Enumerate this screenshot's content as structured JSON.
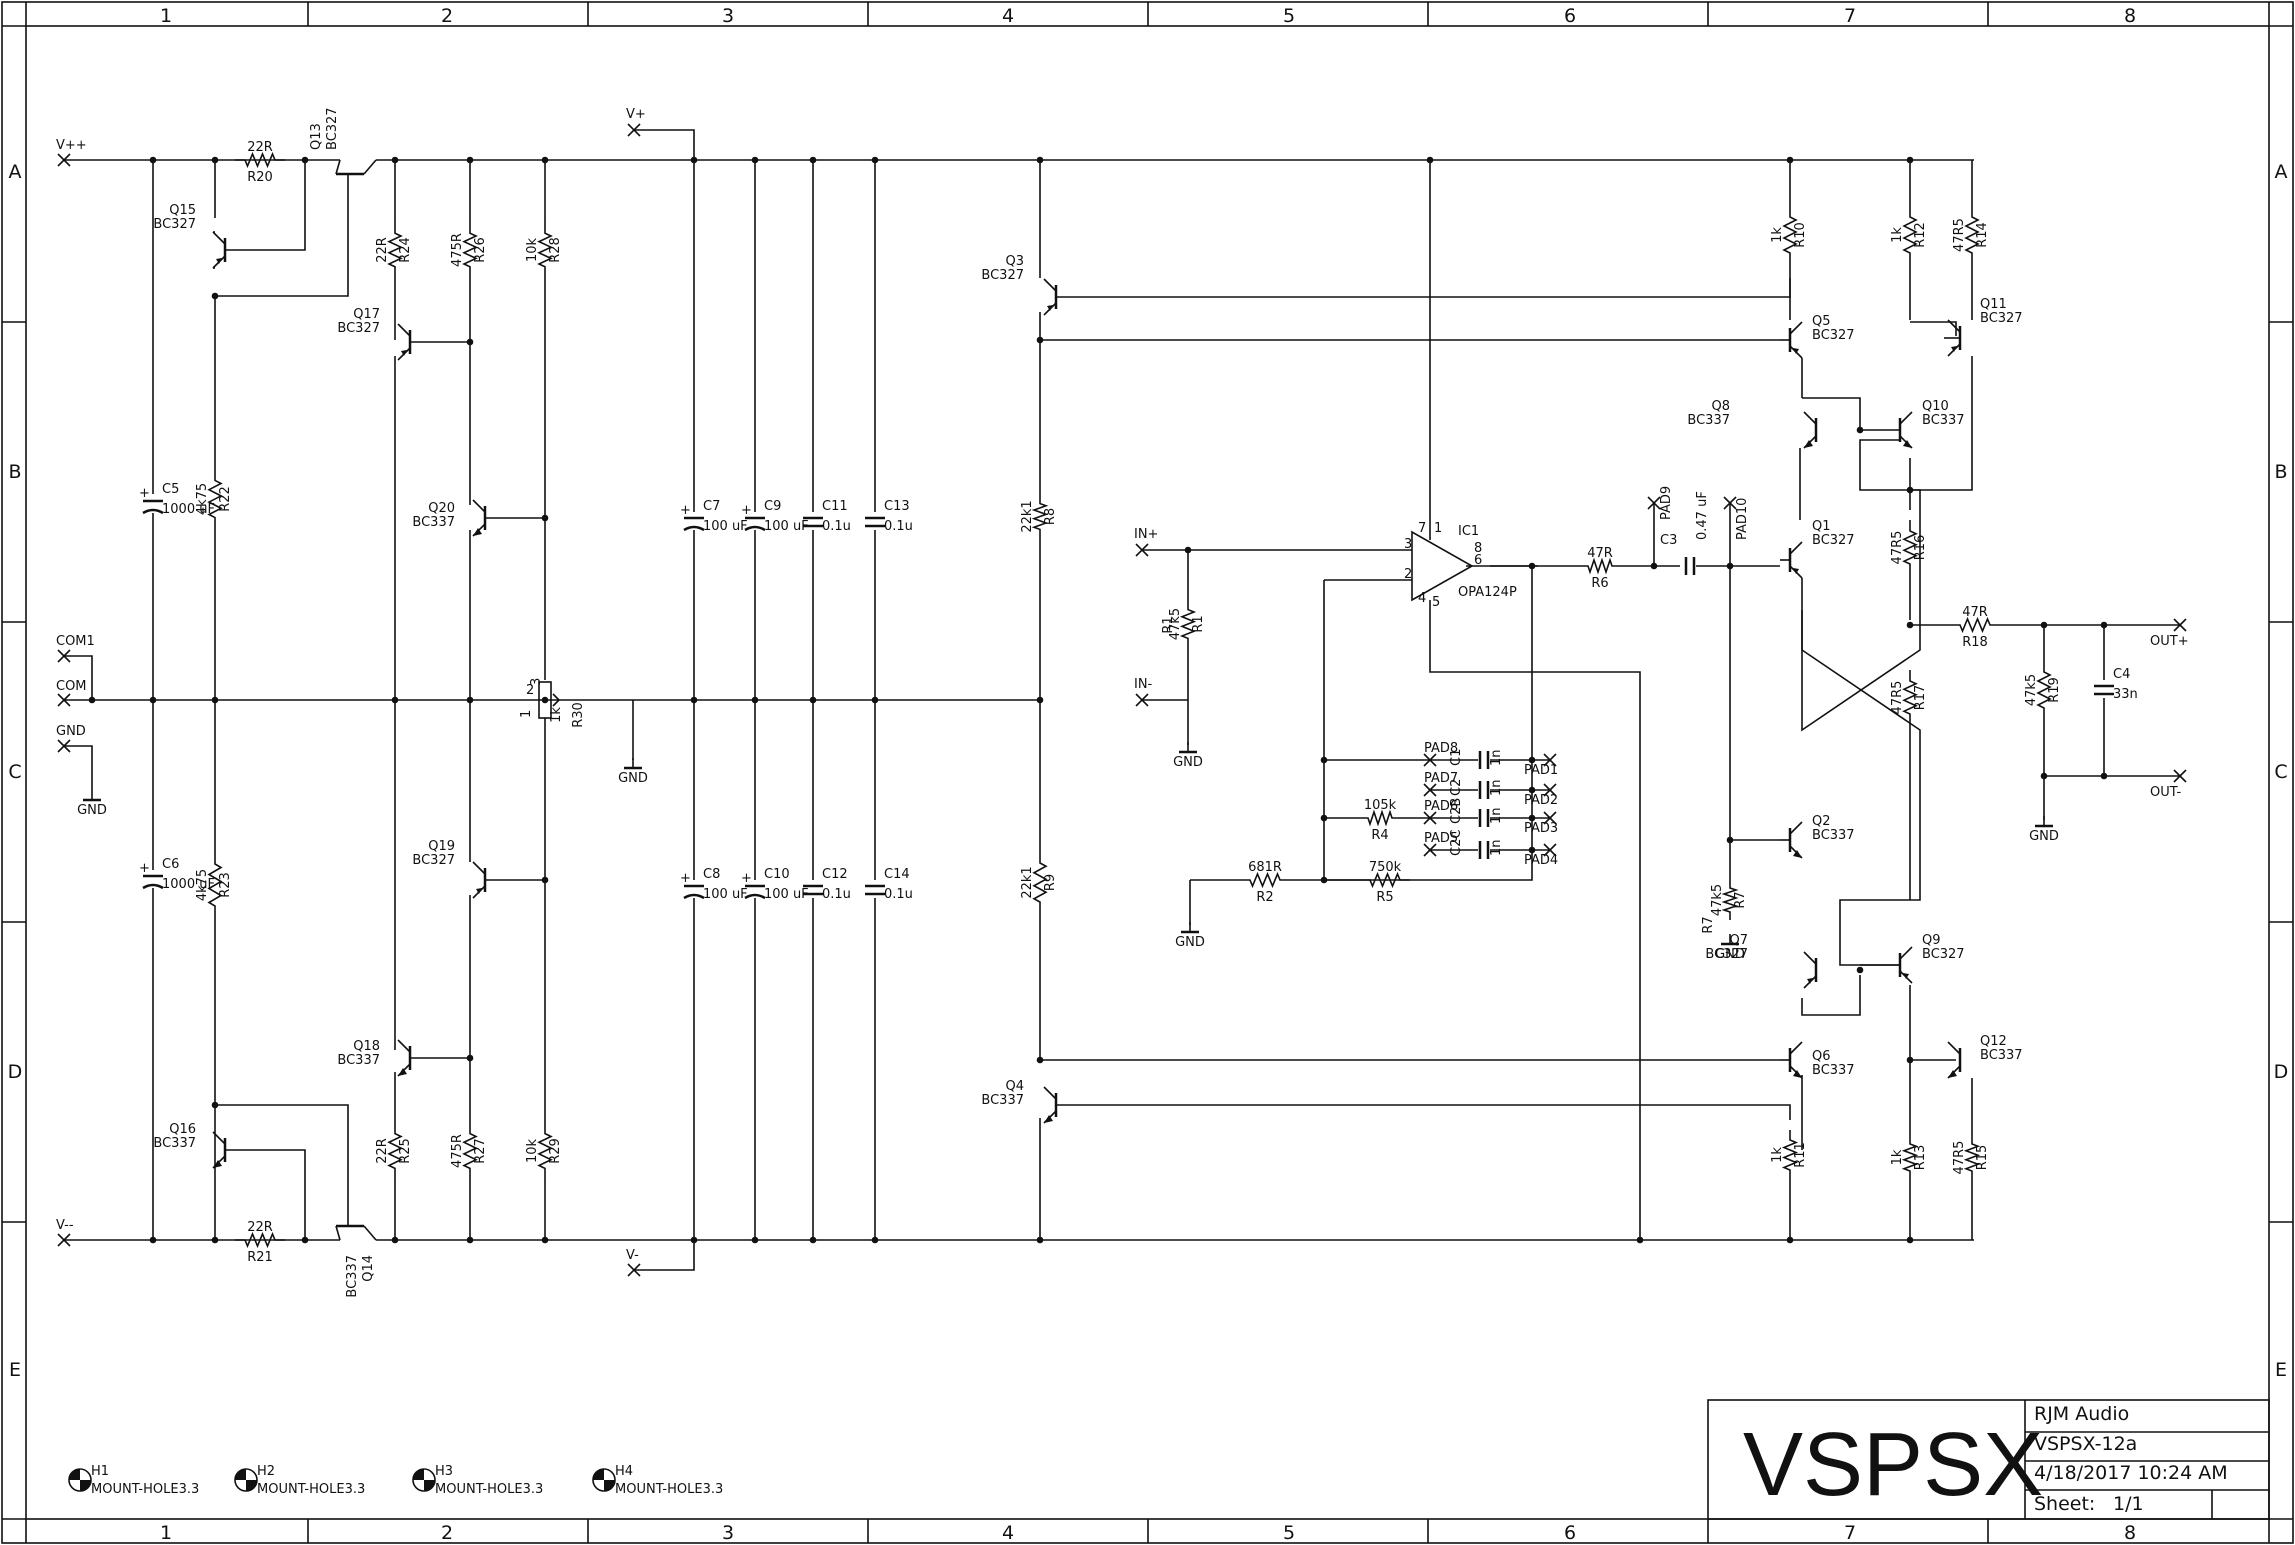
{
  "title_block": {
    "title": "VSPSX",
    "company": "RJM Audio",
    "drawing": "VSPSX-12a",
    "date": "4/18/2017 10:24 AM",
    "sheet_label": "Sheet:",
    "sheet_value": "1/1"
  },
  "zones": {
    "columns": [
      "1",
      "2",
      "3",
      "4",
      "5",
      "6",
      "7",
      "8"
    ],
    "rows": [
      "A",
      "B",
      "C",
      "D",
      "E"
    ]
  },
  "ports": {
    "vpp": "V++",
    "vmm": "V--",
    "vp": "V+",
    "vm": "V-",
    "com1": "COM1",
    "com": "COM",
    "gnd": "GND",
    "in_p": "IN+",
    "in_m": "IN-",
    "out_p": "OUT+",
    "out_m": "OUT-",
    "pad9": "PAD9",
    "pad10": "PAD10"
  },
  "pads": {
    "pad1": "PAD1",
    "pad2": "PAD2",
    "pad3": "PAD3",
    "pad4": "PAD4",
    "pad5": "PAD5",
    "pad6": "PAD6",
    "pad7": "PAD7",
    "pad8": "PAD8"
  },
  "ground_labels": {
    "left": "GND",
    "mid": "GND",
    "in": "GND",
    "r2": "GND",
    "r7": "GND",
    "out": "GND"
  },
  "transistors": {
    "q1": {
      "name": "Q1",
      "type": "BC327"
    },
    "q2": {
      "name": "Q2",
      "type": "BC337"
    },
    "q3": {
      "name": "Q3",
      "type": "BC327"
    },
    "q4": {
      "name": "Q4",
      "type": "BC337"
    },
    "q5": {
      "name": "Q5",
      "type": "BC327"
    },
    "q6": {
      "name": "Q6",
      "type": "BC337"
    },
    "q7": {
      "name": "Q7",
      "type": "BC327"
    },
    "q8": {
      "name": "Q8",
      "type": "BC337"
    },
    "q9": {
      "name": "Q9",
      "type": "BC327"
    },
    "q10": {
      "name": "Q10",
      "type": "BC337"
    },
    "q11": {
      "name": "Q11",
      "type": "BC327"
    },
    "q12": {
      "name": "Q12",
      "type": "BC337"
    },
    "q13": {
      "name": "Q13",
      "type": "BC327"
    },
    "q14": {
      "name": "Q14",
      "type": "BC337"
    },
    "q15": {
      "name": "Q15",
      "type": "BC327"
    },
    "q16": {
      "name": "Q16",
      "type": "BC337"
    },
    "q17": {
      "name": "Q17",
      "type": "BC327"
    },
    "q18": {
      "name": "Q18",
      "type": "BC337"
    },
    "q19": {
      "name": "Q19",
      "type": "BC327"
    },
    "q20": {
      "name": "Q20",
      "type": "BC337"
    }
  },
  "resistors": {
    "r1": {
      "name": "R1",
      "value": "47k5"
    },
    "r2": {
      "name": "R2",
      "value": "681R"
    },
    "r4": {
      "name": "R4",
      "value": "105k"
    },
    "r5": {
      "name": "R5",
      "value": "750k"
    },
    "r6": {
      "name": "R6",
      "value": "47R"
    },
    "r7": {
      "name": "R7",
      "value": "47k5"
    },
    "r8": {
      "name": "R8",
      "value": "22k1"
    },
    "r9": {
      "name": "R9",
      "value": "22k1"
    },
    "r10": {
      "name": "R10",
      "value": "1k"
    },
    "r11": {
      "name": "R11",
      "value": "1k"
    },
    "r12": {
      "name": "R12",
      "value": "1k"
    },
    "r13": {
      "name": "R13",
      "value": "1k"
    },
    "r14": {
      "name": "R14",
      "value": "47R5"
    },
    "r15": {
      "name": "R15",
      "value": "47R5"
    },
    "r16": {
      "name": "R16",
      "value": "47R5"
    },
    "r17": {
      "name": "R17",
      "value": "47R5"
    },
    "r18": {
      "name": "R18",
      "value": "47R"
    },
    "r19": {
      "name": "R19",
      "value": "47k5"
    },
    "r20": {
      "name": "R20",
      "value": "22R"
    },
    "r21": {
      "name": "R21",
      "value": "22R"
    },
    "r22": {
      "name": "R22",
      "value": "4k75"
    },
    "r23": {
      "name": "R23",
      "value": "4k75"
    },
    "r24": {
      "name": "R24",
      "value": "22R"
    },
    "r25": {
      "name": "R25",
      "value": "22R"
    },
    "r26": {
      "name": "R26",
      "value": "475R"
    },
    "r27": {
      "name": "R27",
      "value": "475R"
    },
    "r28": {
      "name": "R28",
      "value": "10k"
    },
    "r29": {
      "name": "R29",
      "value": "10k"
    },
    "r30": {
      "name": "R30",
      "value": "1k"
    }
  },
  "capacitors": {
    "c1": {
      "name": "C1",
      "value": "1n"
    },
    "c2": {
      "name": "C2",
      "value": "1n"
    },
    "c2b": {
      "name": "C2B",
      "value": "1n"
    },
    "c2c": {
      "name": "C2C",
      "value": "1n"
    },
    "c3": {
      "name": "C3",
      "value": "0.47 uF"
    },
    "c4": {
      "name": "C4",
      "value": "33n"
    },
    "c5": {
      "name": "C5",
      "value": "1000 uF"
    },
    "c6": {
      "name": "C6",
      "value": "1000 uF"
    },
    "c7": {
      "name": "C7",
      "value": "100 uF"
    },
    "c8": {
      "name": "C8",
      "value": "100 uF"
    },
    "c9": {
      "name": "C9",
      "value": "100 uF"
    },
    "c10": {
      "name": "C10",
      "value": "100 uF"
    },
    "c11": {
      "name": "C11",
      "value": "0.1u"
    },
    "c12": {
      "name": "C12",
      "value": "0.1u"
    },
    "c13": {
      "name": "C13",
      "value": "0.1u"
    },
    "c14": {
      "name": "C14",
      "value": "0.1u"
    }
  },
  "opamp": {
    "name": "IC1",
    "part": "OPA124P",
    "pins": {
      "p1": "1",
      "p2": "2",
      "p3": "3",
      "p4": "4",
      "p5": "5",
      "p6": "6",
      "p7": "7",
      "p8": "8"
    }
  },
  "pot_pins": {
    "p1": "1",
    "p2": "2",
    "p3": "3"
  },
  "mount_holes": [
    {
      "name": "H1",
      "label": "MOUNT-HOLE3.3"
    },
    {
      "name": "H2",
      "label": "MOUNT-HOLE3.3"
    },
    {
      "name": "H3",
      "label": "MOUNT-HOLE3.3"
    },
    {
      "name": "H4",
      "label": "MOUNT-HOLE3.3"
    }
  ]
}
